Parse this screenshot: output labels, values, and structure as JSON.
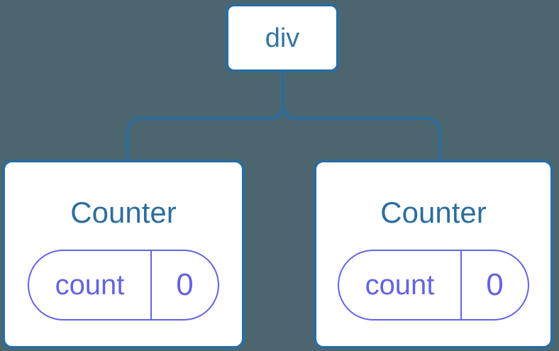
{
  "diagram": {
    "description": "component-tree",
    "root": {
      "label": "div"
    },
    "children": [
      {
        "title": "Counter",
        "state_key": "count",
        "state_value": "0"
      },
      {
        "title": "Counter",
        "state_key": "count",
        "state_value": "0"
      }
    ]
  },
  "colors": {
    "background": "#4C6670",
    "node_fill": "#FFFFFF",
    "node_border": "#2B6C9C",
    "root_label_text": "#35759F",
    "counter_title_text": "#2D6E9C",
    "state_accent": "#6464E0",
    "connector_line": "#2B6C9C"
  }
}
